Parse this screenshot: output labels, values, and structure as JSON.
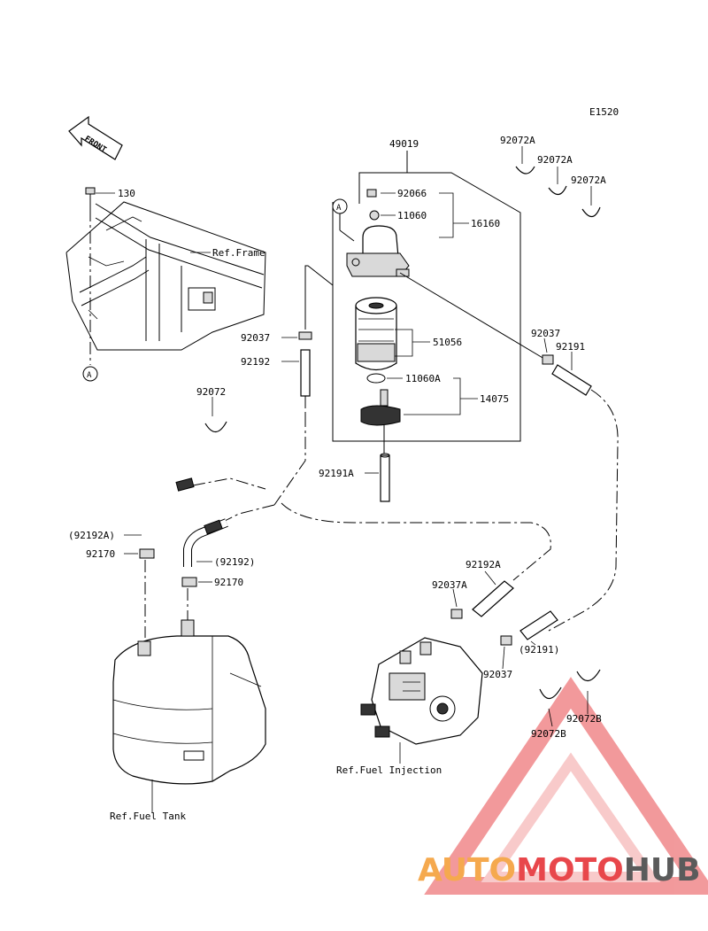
{
  "diagram": {
    "code": "E1520",
    "front_label": "FRONT",
    "ref_labels": {
      "frame": "Ref.Frame",
      "fuel_injection": "Ref.Fuel Injection",
      "fuel_tank": "Ref.Fuel Tank"
    },
    "callout_a": "A",
    "part_labels": {
      "p130": "130",
      "p49019": "49019",
      "p92066": "92066",
      "p11060": "11060",
      "p16160": "16160",
      "p51056": "51056",
      "p11060a": "11060A",
      "p14075": "14075",
      "p92072a_1": "92072A",
      "p92072a_2": "92072A",
      "p92072a_3": "92072A",
      "p92037_left": "92037",
      "p92192_left": "92192",
      "p92072": "92072",
      "p92191a": "92191A",
      "p92037_right": "92037",
      "p92191": "92191",
      "p92192a_paren": "(92192A)",
      "p92170_1": "92170",
      "p92192_paren": "(92192)",
      "p92170_2": "92170",
      "p92192a": "92192A",
      "p92037a": "92037A",
      "p92191_paren": "(92191)",
      "p92037_bottom": "92037",
      "p92072b_1": "92072B",
      "p92072b_2": "92072B"
    }
  },
  "watermark": {
    "part1": "AUTO",
    "part2": "MOTO",
    "part3": "HUB",
    "color1": "#f5a94e",
    "color2": "#e8474b",
    "color3": "#5b5b5b"
  }
}
